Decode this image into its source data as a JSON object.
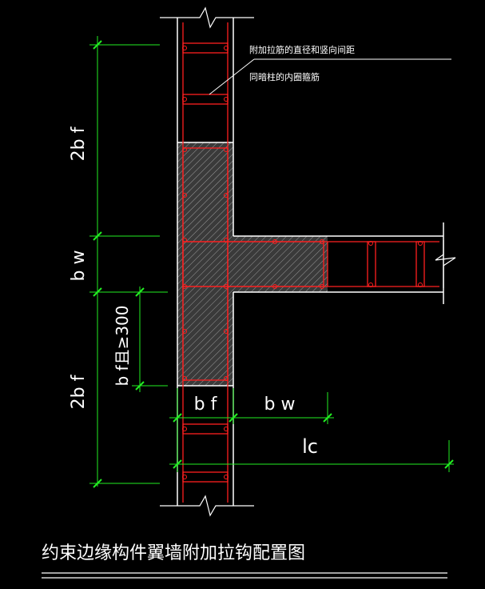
{
  "title": "约束边缘构件翼墙附加拉钩配置图",
  "annotation": {
    "line1": "附加拉筋的直径和竖向间距",
    "line2": "同暗柱的内圈箍筋"
  },
  "dimensions": {
    "left_top": "2b f",
    "left_mid": "b w",
    "left_bottom": "2b f",
    "inner_left": "b f且≥300",
    "bottom_bf": "b f",
    "bottom_bw": "b w",
    "bottom_lc": "lc"
  },
  "colors": {
    "background": "#000000",
    "wall_outline": "#ffffff",
    "rebar": "#ff2020",
    "dimension": "#22ee22",
    "hatch": "#bbbbbb",
    "text": "#ffffff"
  }
}
